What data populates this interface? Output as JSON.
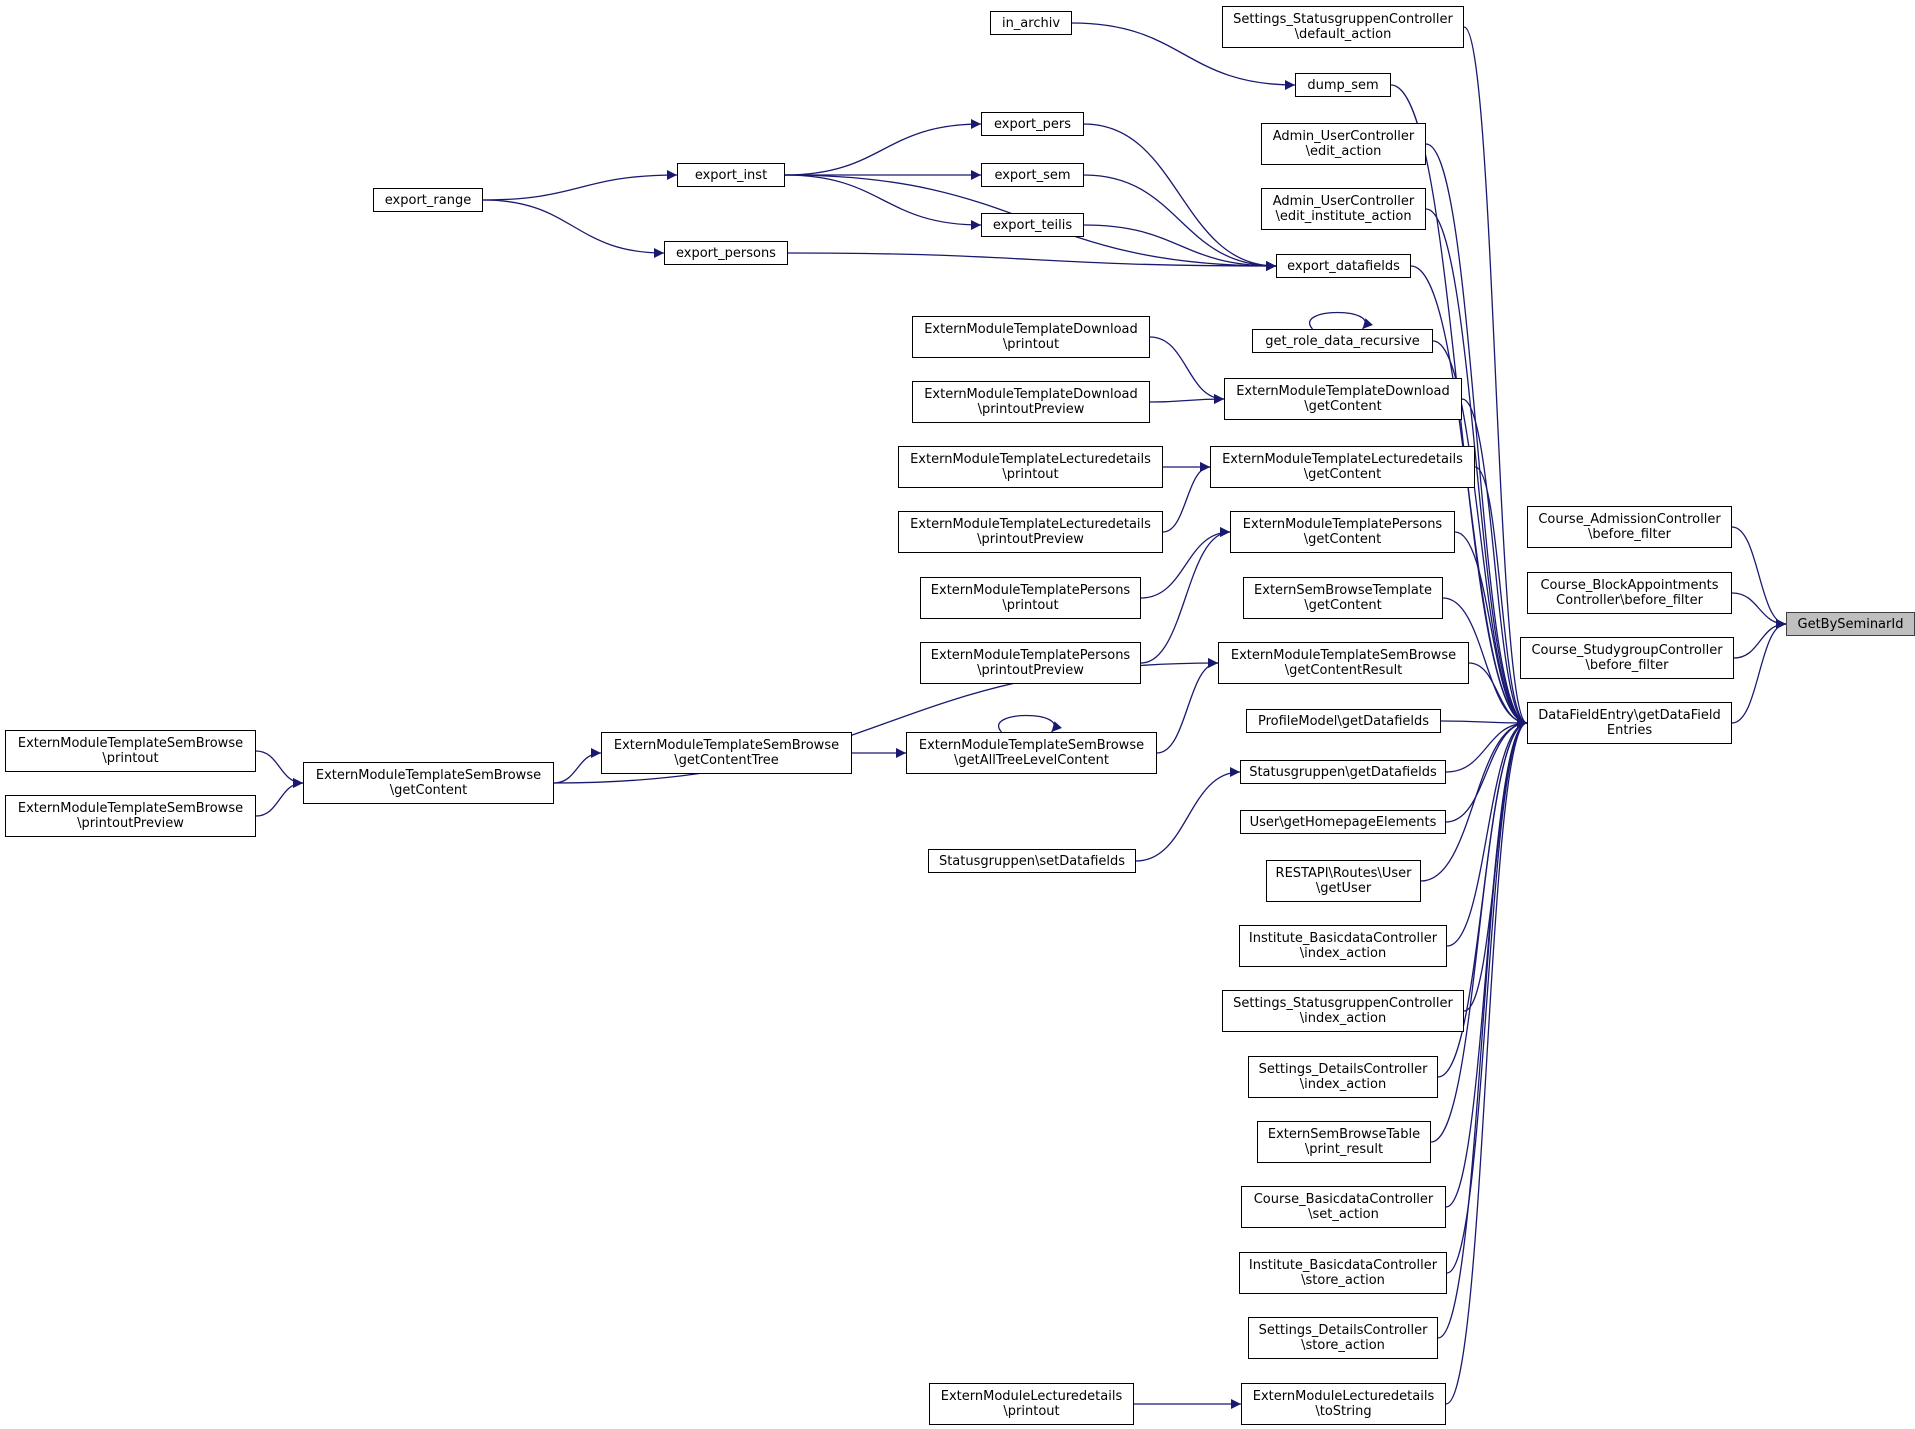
{
  "diagram": {
    "type": "call-graph",
    "edge_color": "#191970",
    "focus_fill": "#bfbfbf",
    "nodes": [
      {
        "id": "target",
        "lines": [
          "GetBySeminarId"
        ],
        "focus": true
      },
      {
        "id": "dfe",
        "lines": [
          "DataFieldEntry\\getDataField",
          "Entries"
        ]
      },
      {
        "id": "adm",
        "lines": [
          "Course_AdmissionController",
          "\\before_filter"
        ]
      },
      {
        "id": "blk",
        "lines": [
          "Course_BlockAppointments",
          "Controller\\before_filter"
        ]
      },
      {
        "id": "stg",
        "lines": [
          "Course_StudygroupController",
          "\\before_filter"
        ]
      },
      {
        "id": "ssg_def",
        "lines": [
          "Settings_StatusgruppenController",
          "\\default_action"
        ]
      },
      {
        "id": "dump",
        "lines": [
          "dump_sem"
        ]
      },
      {
        "id": "archiv",
        "lines": [
          "in_archiv"
        ]
      },
      {
        "id": "auc_edit",
        "lines": [
          "Admin_UserController",
          "\\edit_action"
        ]
      },
      {
        "id": "auc_edit_inst",
        "lines": [
          "Admin_UserController",
          "\\edit_institute_action"
        ]
      },
      {
        "id": "expdf",
        "lines": [
          "export_datafields"
        ]
      },
      {
        "id": "exppers",
        "lines": [
          "export_pers"
        ]
      },
      {
        "id": "expsem",
        "lines": [
          "export_sem"
        ]
      },
      {
        "id": "expteilis",
        "lines": [
          "export_teilis"
        ]
      },
      {
        "id": "expinst",
        "lines": [
          "export_inst"
        ]
      },
      {
        "id": "exppersons",
        "lines": [
          "export_persons"
        ]
      },
      {
        "id": "exprange",
        "lines": [
          "export_range"
        ]
      },
      {
        "id": "role",
        "lines": [
          "get_role_data_recursive"
        ]
      },
      {
        "id": "dl_gc",
        "lines": [
          "ExternModuleTemplateDownload",
          "\\getContent"
        ]
      },
      {
        "id": "dl_po",
        "lines": [
          "ExternModuleTemplateDownload",
          "\\printout"
        ]
      },
      {
        "id": "dl_pp",
        "lines": [
          "ExternModuleTemplateDownload",
          "\\printoutPreview"
        ]
      },
      {
        "id": "ld_gc",
        "lines": [
          "ExternModuleTemplateLecturedetails",
          "\\getContent"
        ]
      },
      {
        "id": "ld_po",
        "lines": [
          "ExternModuleTemplateLecturedetails",
          "\\printout"
        ]
      },
      {
        "id": "ld_pp",
        "lines": [
          "ExternModuleTemplateLecturedetails",
          "\\printoutPreview"
        ]
      },
      {
        "id": "pe_gc",
        "lines": [
          "ExternModuleTemplatePersons",
          "\\getContent"
        ]
      },
      {
        "id": "pe_po",
        "lines": [
          "ExternModuleTemplatePersons",
          "\\printout"
        ]
      },
      {
        "id": "pe_pp",
        "lines": [
          "ExternModuleTemplatePersons",
          "\\printoutPreview"
        ]
      },
      {
        "id": "sbt_gc",
        "lines": [
          "ExternSemBrowseTemplate",
          "\\getContent"
        ]
      },
      {
        "id": "sb_gcr",
        "lines": [
          "ExternModuleTemplateSemBrowse",
          "\\getContentResult"
        ]
      },
      {
        "id": "sb_atl",
        "lines": [
          "ExternModuleTemplateSemBrowse",
          "\\getAllTreeLevelContent"
        ]
      },
      {
        "id": "sb_gct",
        "lines": [
          "ExternModuleTemplateSemBrowse",
          "\\getContentTree"
        ]
      },
      {
        "id": "sb_gc",
        "lines": [
          "ExternModuleTemplateSemBrowse",
          "\\getContent"
        ]
      },
      {
        "id": "sb_po",
        "lines": [
          "ExternModuleTemplateSemBrowse",
          "\\printout"
        ]
      },
      {
        "id": "sb_pp",
        "lines": [
          "ExternModuleTemplateSemBrowse",
          "\\printoutPreview"
        ]
      },
      {
        "id": "prof",
        "lines": [
          "ProfileModel\\getDatafields"
        ]
      },
      {
        "id": "sg_get",
        "lines": [
          "Statusgruppen\\getDatafields"
        ]
      },
      {
        "id": "sg_set",
        "lines": [
          "Statusgruppen\\setDatafields"
        ]
      },
      {
        "id": "user_hp",
        "lines": [
          "User\\getHomepageElements"
        ]
      },
      {
        "id": "rest",
        "lines": [
          "RESTAPI\\Routes\\User",
          "\\getUser"
        ]
      },
      {
        "id": "ibc_idx",
        "lines": [
          "Institute_BasicdataController",
          "\\index_action"
        ]
      },
      {
        "id": "ssg_idx",
        "lines": [
          "Settings_StatusgruppenController",
          "\\index_action"
        ]
      },
      {
        "id": "sdc_idx",
        "lines": [
          "Settings_DetailsController",
          "\\index_action"
        ]
      },
      {
        "id": "sbtab",
        "lines": [
          "ExternSemBrowseTable",
          "\\print_result"
        ]
      },
      {
        "id": "cbc_set",
        "lines": [
          "Course_BasicdataController",
          "\\set_action"
        ]
      },
      {
        "id": "ibc_store",
        "lines": [
          "Institute_BasicdataController",
          "\\store_action"
        ]
      },
      {
        "id": "sdc_store",
        "lines": [
          "Settings_DetailsController",
          "\\store_action"
        ]
      },
      {
        "id": "eld_ts",
        "lines": [
          "ExternModuleLecturedetails",
          "\\toString"
        ]
      },
      {
        "id": "eld_po",
        "lines": [
          "ExternModuleLecturedetails",
          "\\printout"
        ]
      }
    ],
    "edges": [
      [
        "dfe",
        "target"
      ],
      [
        "adm",
        "target"
      ],
      [
        "blk",
        "target"
      ],
      [
        "stg",
        "target"
      ],
      [
        "ssg_def",
        "dfe"
      ],
      [
        "dump",
        "dfe"
      ],
      [
        "auc_edit",
        "dfe"
      ],
      [
        "auc_edit_inst",
        "dfe"
      ],
      [
        "expdf",
        "dfe"
      ],
      [
        "role",
        "dfe"
      ],
      [
        "dl_gc",
        "dfe"
      ],
      [
        "ld_gc",
        "dfe"
      ],
      [
        "pe_gc",
        "dfe"
      ],
      [
        "sbt_gc",
        "dfe"
      ],
      [
        "sb_gcr",
        "dfe"
      ],
      [
        "prof",
        "dfe"
      ],
      [
        "sg_get",
        "dfe"
      ],
      [
        "user_hp",
        "dfe"
      ],
      [
        "rest",
        "dfe"
      ],
      [
        "ibc_idx",
        "dfe"
      ],
      [
        "ssg_idx",
        "dfe"
      ],
      [
        "sdc_idx",
        "dfe"
      ],
      [
        "sbtab",
        "dfe"
      ],
      [
        "cbc_set",
        "dfe"
      ],
      [
        "ibc_store",
        "dfe"
      ],
      [
        "sdc_store",
        "dfe"
      ],
      [
        "eld_ts",
        "dfe"
      ],
      [
        "archiv",
        "dump"
      ],
      [
        "exppers",
        "expdf"
      ],
      [
        "expsem",
        "expdf"
      ],
      [
        "expteilis",
        "expdf"
      ],
      [
        "expinst",
        "expdf"
      ],
      [
        "exppersons",
        "expdf"
      ],
      [
        "expinst",
        "exppers"
      ],
      [
        "expinst",
        "expsem"
      ],
      [
        "expinst",
        "expteilis"
      ],
      [
        "exprange",
        "expinst"
      ],
      [
        "exprange",
        "exppersons"
      ],
      [
        "role",
        "role"
      ],
      [
        "dl_po",
        "dl_gc"
      ],
      [
        "dl_pp",
        "dl_gc"
      ],
      [
        "ld_po",
        "ld_gc"
      ],
      [
        "ld_pp",
        "ld_gc"
      ],
      [
        "pe_po",
        "pe_gc"
      ],
      [
        "pe_pp",
        "pe_gc"
      ],
      [
        "sb_atl",
        "sb_gcr"
      ],
      [
        "sb_gc",
        "sb_gcr"
      ],
      [
        "sb_atl",
        "sb_atl"
      ],
      [
        "sb_gct",
        "sb_atl"
      ],
      [
        "sb_gc",
        "sb_gct"
      ],
      [
        "sb_po",
        "sb_gc"
      ],
      [
        "sb_pp",
        "sb_gc"
      ],
      [
        "sg_set",
        "sg_get"
      ],
      [
        "eld_po",
        "eld_ts"
      ]
    ]
  }
}
